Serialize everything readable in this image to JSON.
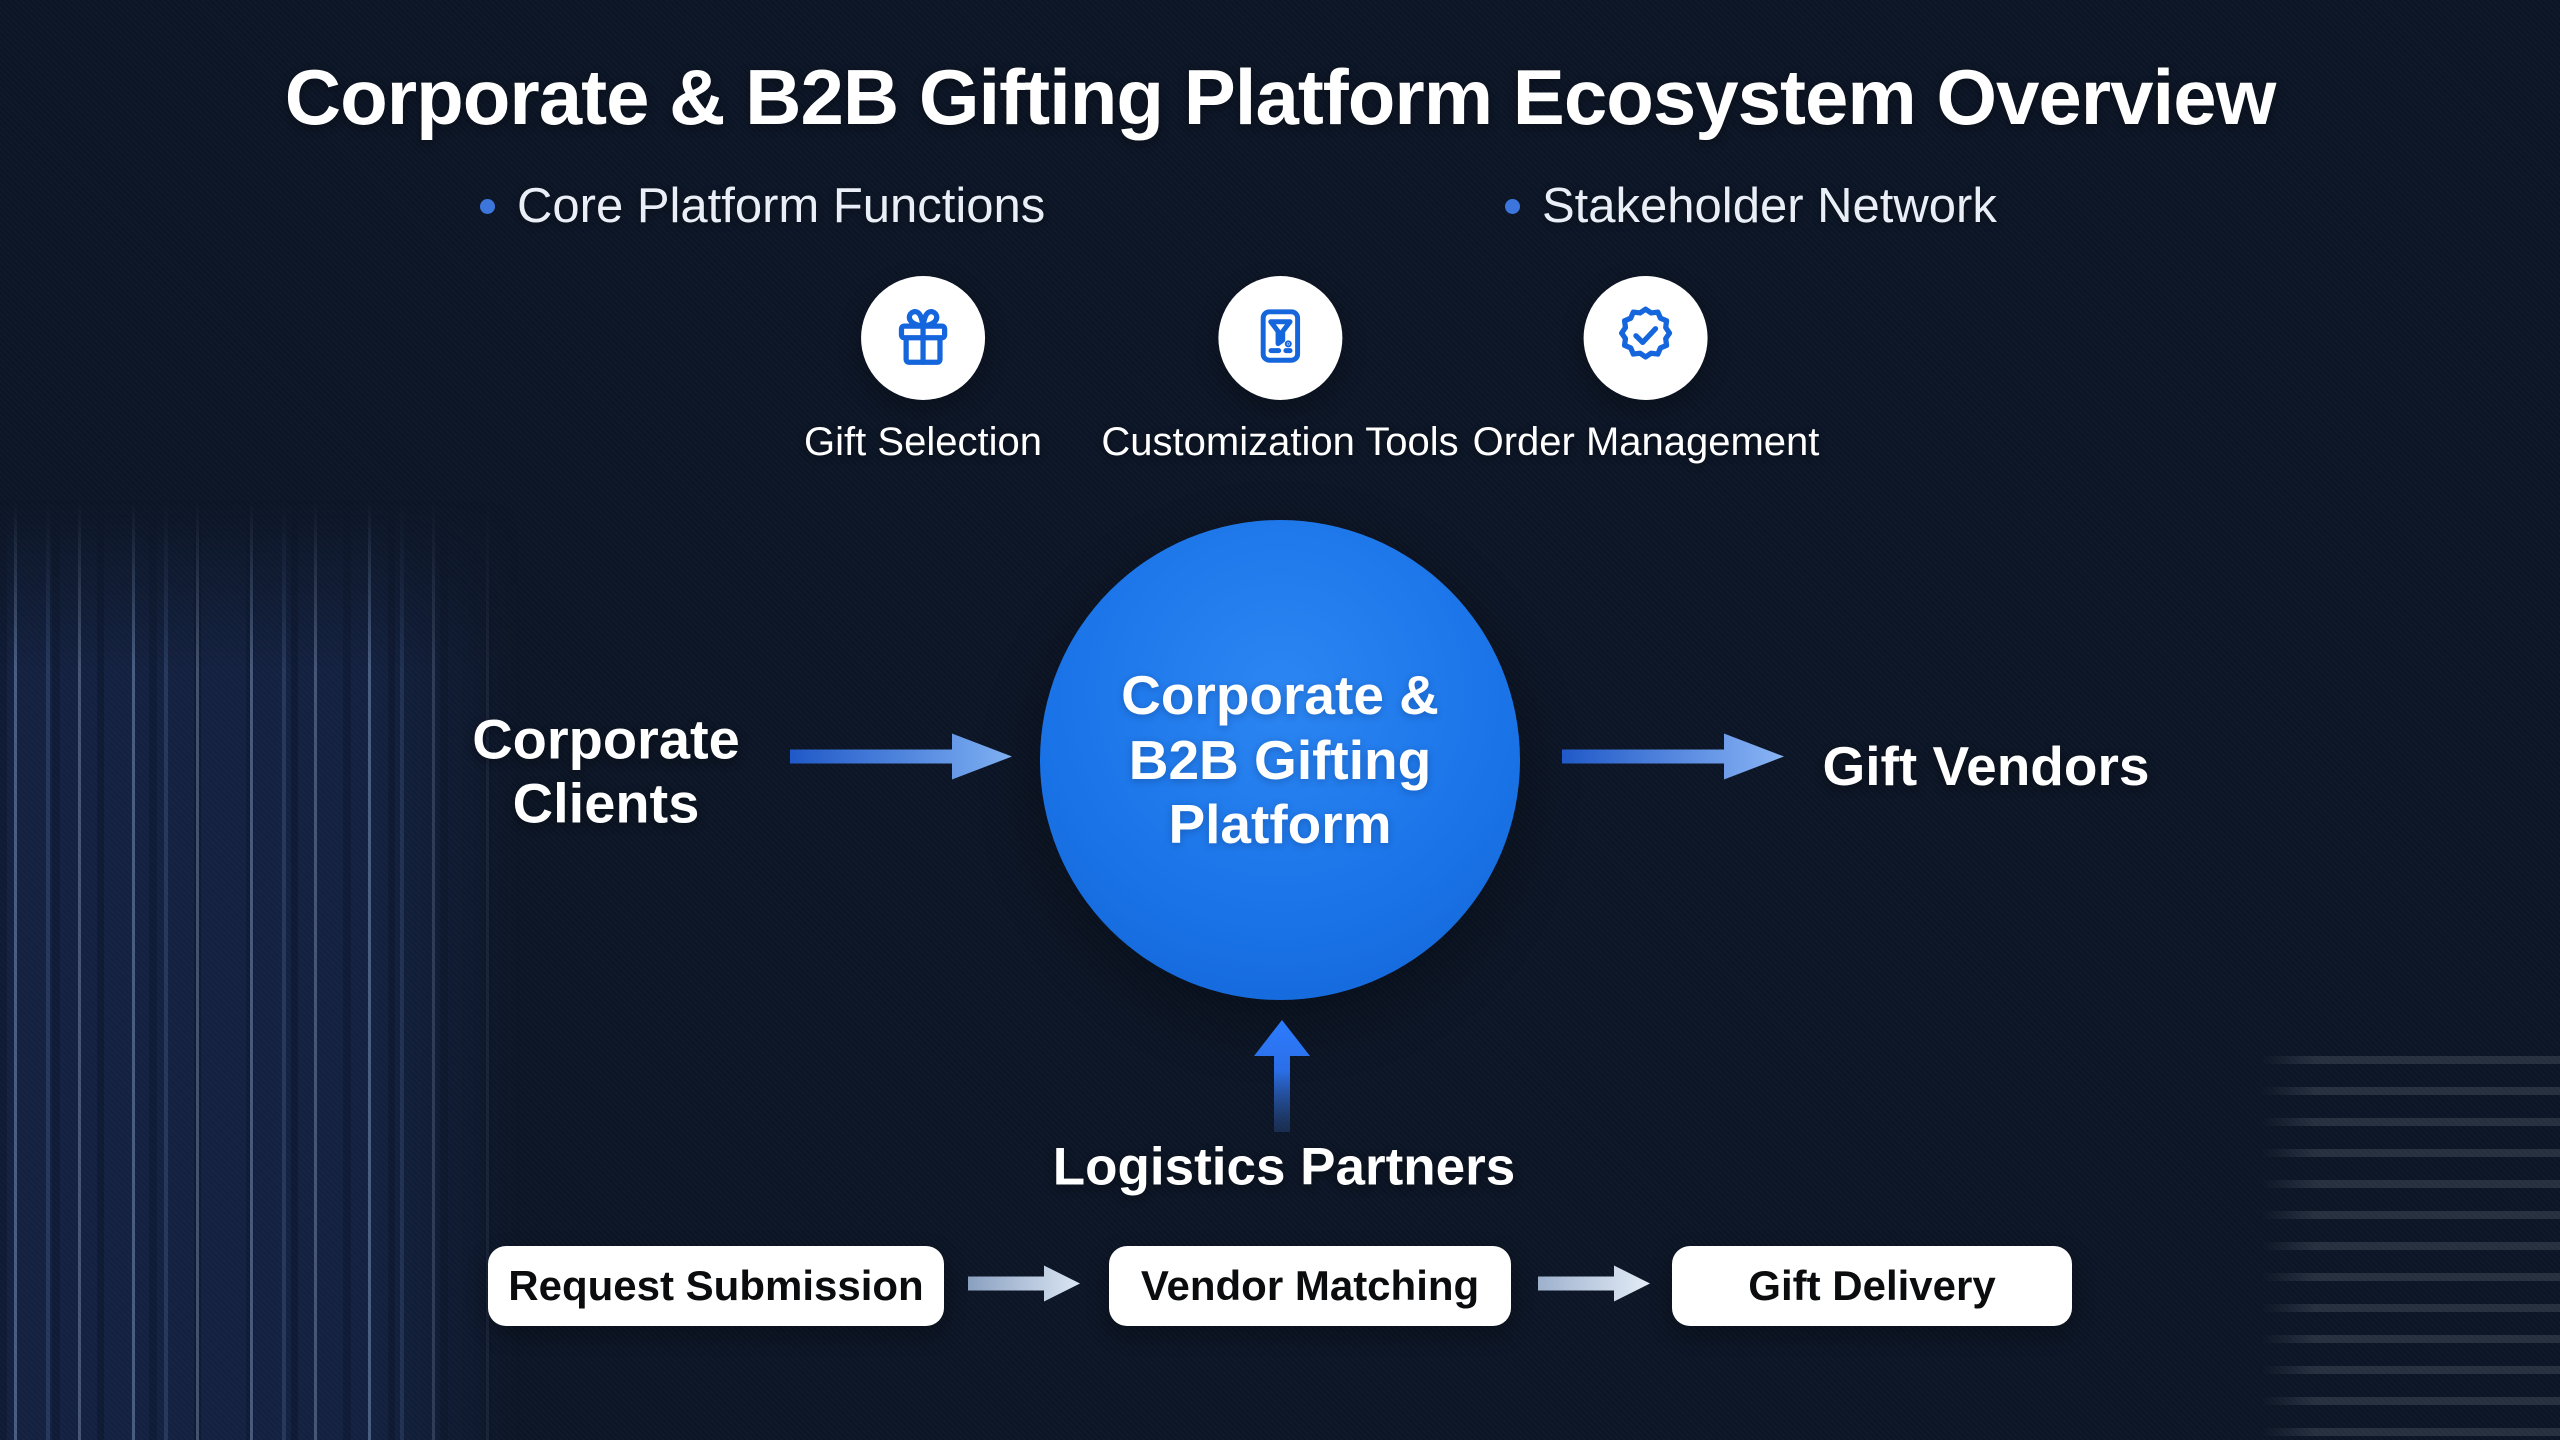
{
  "title": "Corporate & B2B Gifting Platform Ecosystem Overview",
  "legend": {
    "core": {
      "label": "Core Platform Functions"
    },
    "stakeholder": {
      "label": "Stakeholder Network"
    }
  },
  "platform_functions": [
    {
      "label": "Gift Selection",
      "icon": "gift-icon"
    },
    {
      "label": "Customization Tools",
      "icon": "filter-document-icon"
    },
    {
      "label": "Order Management",
      "icon": "shield-check-icon"
    }
  ],
  "hub": {
    "label": "Corporate &\nB2B Gifting\nPlatform"
  },
  "stakeholders": {
    "left": {
      "label": "Corporate\nClients"
    },
    "right": {
      "label": "Gift Vendors"
    },
    "bottom": {
      "label": "Logistics Partners"
    }
  },
  "process_flow": [
    {
      "label": "Request Submission"
    },
    {
      "label": "Vendor Matching"
    },
    {
      "label": "Gift Delivery"
    }
  ],
  "colors": {
    "hub_blue": "#1a74e8",
    "icon_blue": "#1565dd",
    "bullet_blue": "#3c76dd",
    "arrow_blue_dark": "#2059c8",
    "arrow_blue_light": "#7fb0f2",
    "flow_arrow_dark": "#8aa0c0",
    "flow_arrow_light": "#dbe6f4",
    "background_navy": "#16264a",
    "background_slate": "#747d8b",
    "pill_text": "#0b0c0e"
  }
}
